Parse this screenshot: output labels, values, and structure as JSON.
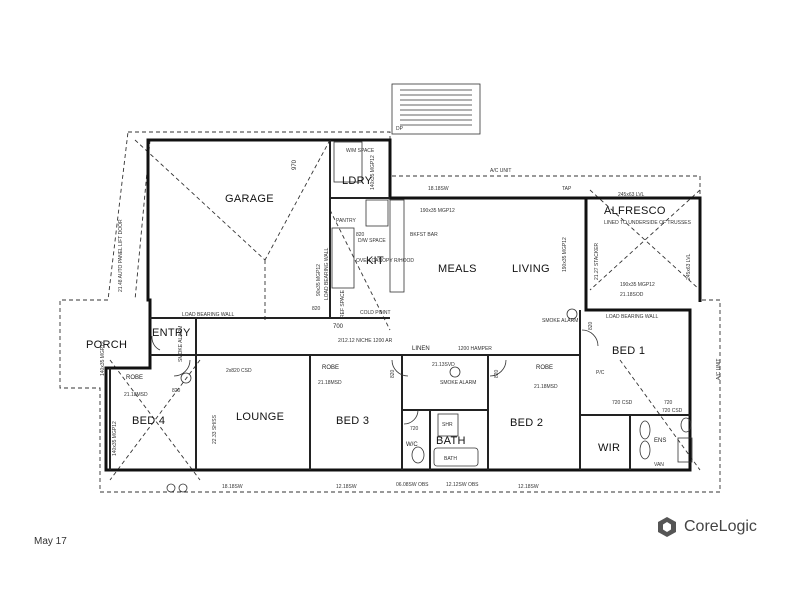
{
  "rooms": {
    "garage": "GARAGE",
    "ldry": "LDRY",
    "kit": "KIT",
    "pantry": "PANTRY",
    "meals": "MEALS",
    "living": "LIVING",
    "alfresco": "ALFRESCO",
    "entry": "ENTRY",
    "porch": "PORCH",
    "lounge": "LOUNGE",
    "bed1": "BED 1",
    "bed2": "BED 2",
    "bed3": "BED 3",
    "bed4": "BED 4",
    "bath": "BATH",
    "wc": "W/C",
    "wir": "WIR",
    "ens": "ENS",
    "linen": "LINEN",
    "robe1": "ROBE",
    "robe2": "ROBE",
    "robe3": "ROBE"
  },
  "notes": {
    "lift_door": "21.48 AUTO PANEL LIFT DOOR",
    "garage_970": "970",
    "wm_space": "W/M SPACE",
    "ldry_beam": "140x35 MGP12",
    "garage_beam": "90x35 MGP12",
    "ac_unit_top": "A/C UNIT",
    "tap": "TAP",
    "beam_18185": "18.18SW",
    "alfresco_lvl": "245x63 LVL",
    "alfresco_lined": "LINED TO UNDERSIDE OF TRUSSES",
    "alfresco_stacker": "21.27 STACKER",
    "alfresco_lvl2": "245x63 LVL",
    "alfresco_beam": "190x35 MGP12",
    "alfresco_sd": "21.18SOD",
    "meals_beam": "190x35 MGP12",
    "bkfst_bar": "BKFST BAR",
    "living_beam": "190x35 MGP12",
    "oven": "OVEN CANOPY R/HOOD",
    "fridge": "D/W SPACE",
    "ref": "REF SPACE",
    "coldpoint": "COLD POINT",
    "load_wall_1": "LOAD BEARING WALL",
    "load_wall_2": "LOAD BEARING WALL",
    "load_wall_3": "LOAD BEARING WALL",
    "smoke1": "SMOKE ALARM",
    "smoke2": "SMOKE ALARM",
    "smoke3": "SMOKE ALARM",
    "porch_beam": "140x35 MGP12",
    "d820a": "820",
    "d820b": "820",
    "d820c": "820",
    "d820d": "820",
    "d820e": "820",
    "d820f": "820",
    "d720a": "720",
    "d720b": "720",
    "d700": "700",
    "niche": "2/12.12 NICHE 1200 AR",
    "hamper": "1200 HAMPER",
    "csd": "2x820 CSD",
    "msd_b4": "21.18MSD",
    "msd_b3": "21.18MSD",
    "msd_b2": "21.18MSD",
    "svd": "21.13SVD",
    "lounge_sw": "22.33 SH/SS",
    "bed4_beam": "140x35 MGP12",
    "ac_unit_right": "A/C UNIT",
    "csd720a": "720 CSD",
    "csd720b": "720 CSD",
    "van": "VAN",
    "shr": "SHR",
    "bath_tub": "BATH",
    "b_sw1": "18.18SW",
    "b_sw2": "12.18SW",
    "b_sw3": "06.08SW OBS",
    "b_sw4": "12.12SW OBS",
    "b_sw5": "12.18SW",
    "dp": "DP",
    "pc": "P/C"
  },
  "footer": {
    "date": "May 17",
    "brand": "CoreLogic"
  },
  "colors": {
    "line": "#111111",
    "brand_icon": "#555555",
    "brand_text": "#444444"
  }
}
